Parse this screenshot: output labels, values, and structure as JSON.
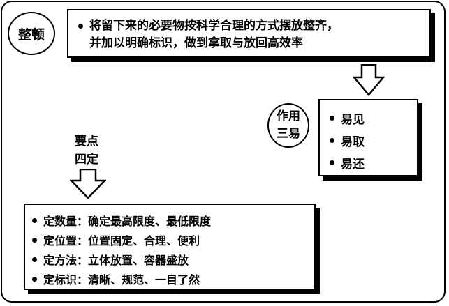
{
  "title": "整顿",
  "definition": {
    "line1": "将留下来的必要物按科学合理的方式摆放整齐，",
    "line2": "并加以明确标识，做到拿取与放回高效率"
  },
  "effect": {
    "label_line1": "作用",
    "label_line2": "三易",
    "items": [
      "易见",
      "易取",
      "易还"
    ]
  },
  "key_points": {
    "label_line1": "要点",
    "label_line2": "四定",
    "items": [
      "定数量：确定最高限度、最低限度",
      "定位置：位置固定、合理、便利",
      "定方法：立体放置、容器盛放",
      "定标识：清晰、规范、一目了然"
    ]
  }
}
